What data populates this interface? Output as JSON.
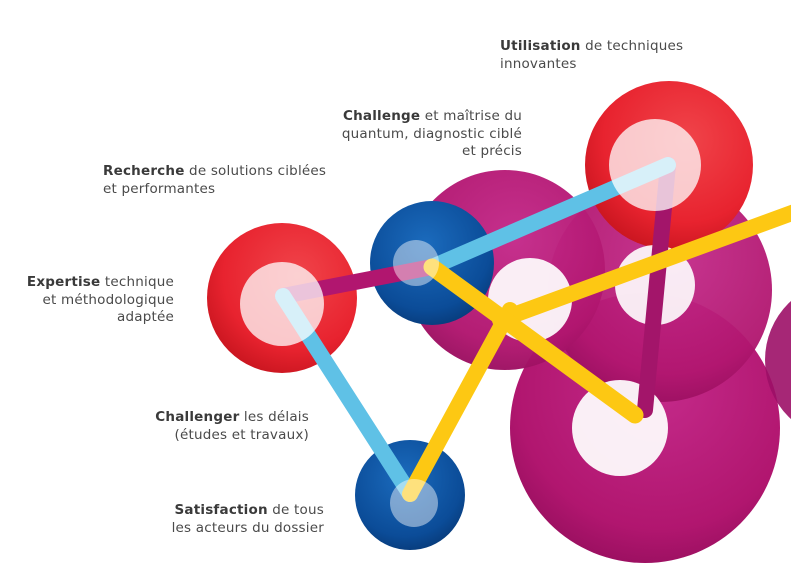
{
  "labels": [
    {
      "id": "utilisation",
      "bold": "Utilisation",
      "rest": " de techniques",
      "line2": "innovantes",
      "line3": ""
    },
    {
      "id": "challenge",
      "bold": "Challenge",
      "rest": " et maîtrise du",
      "line2": "quantum, diagnostic ciblé",
      "line3": "et précis"
    },
    {
      "id": "recherche",
      "bold": "Recherche",
      "rest": " de solutions ciblées",
      "line2": "et performantes",
      "line3": ""
    },
    {
      "id": "expertise",
      "bold": "Expertise",
      "rest": " technique",
      "line2": "et méthodologique",
      "line3": "adaptée"
    },
    {
      "id": "challenger",
      "bold": "Challenger",
      "rest": " les délais",
      "line2": "(études et travaux)",
      "line3": ""
    },
    {
      "id": "satisfaction",
      "bold": "Satisfaction",
      "rest": " de tous",
      "line2": "les acteurs du dossier",
      "line3": ""
    }
  ],
  "colors": {
    "red": "#e8333c",
    "magenta": "#b5197a",
    "blue": "#0d4f9e",
    "yellow": "#fdc813",
    "lightblue": "#5fc1e6"
  }
}
